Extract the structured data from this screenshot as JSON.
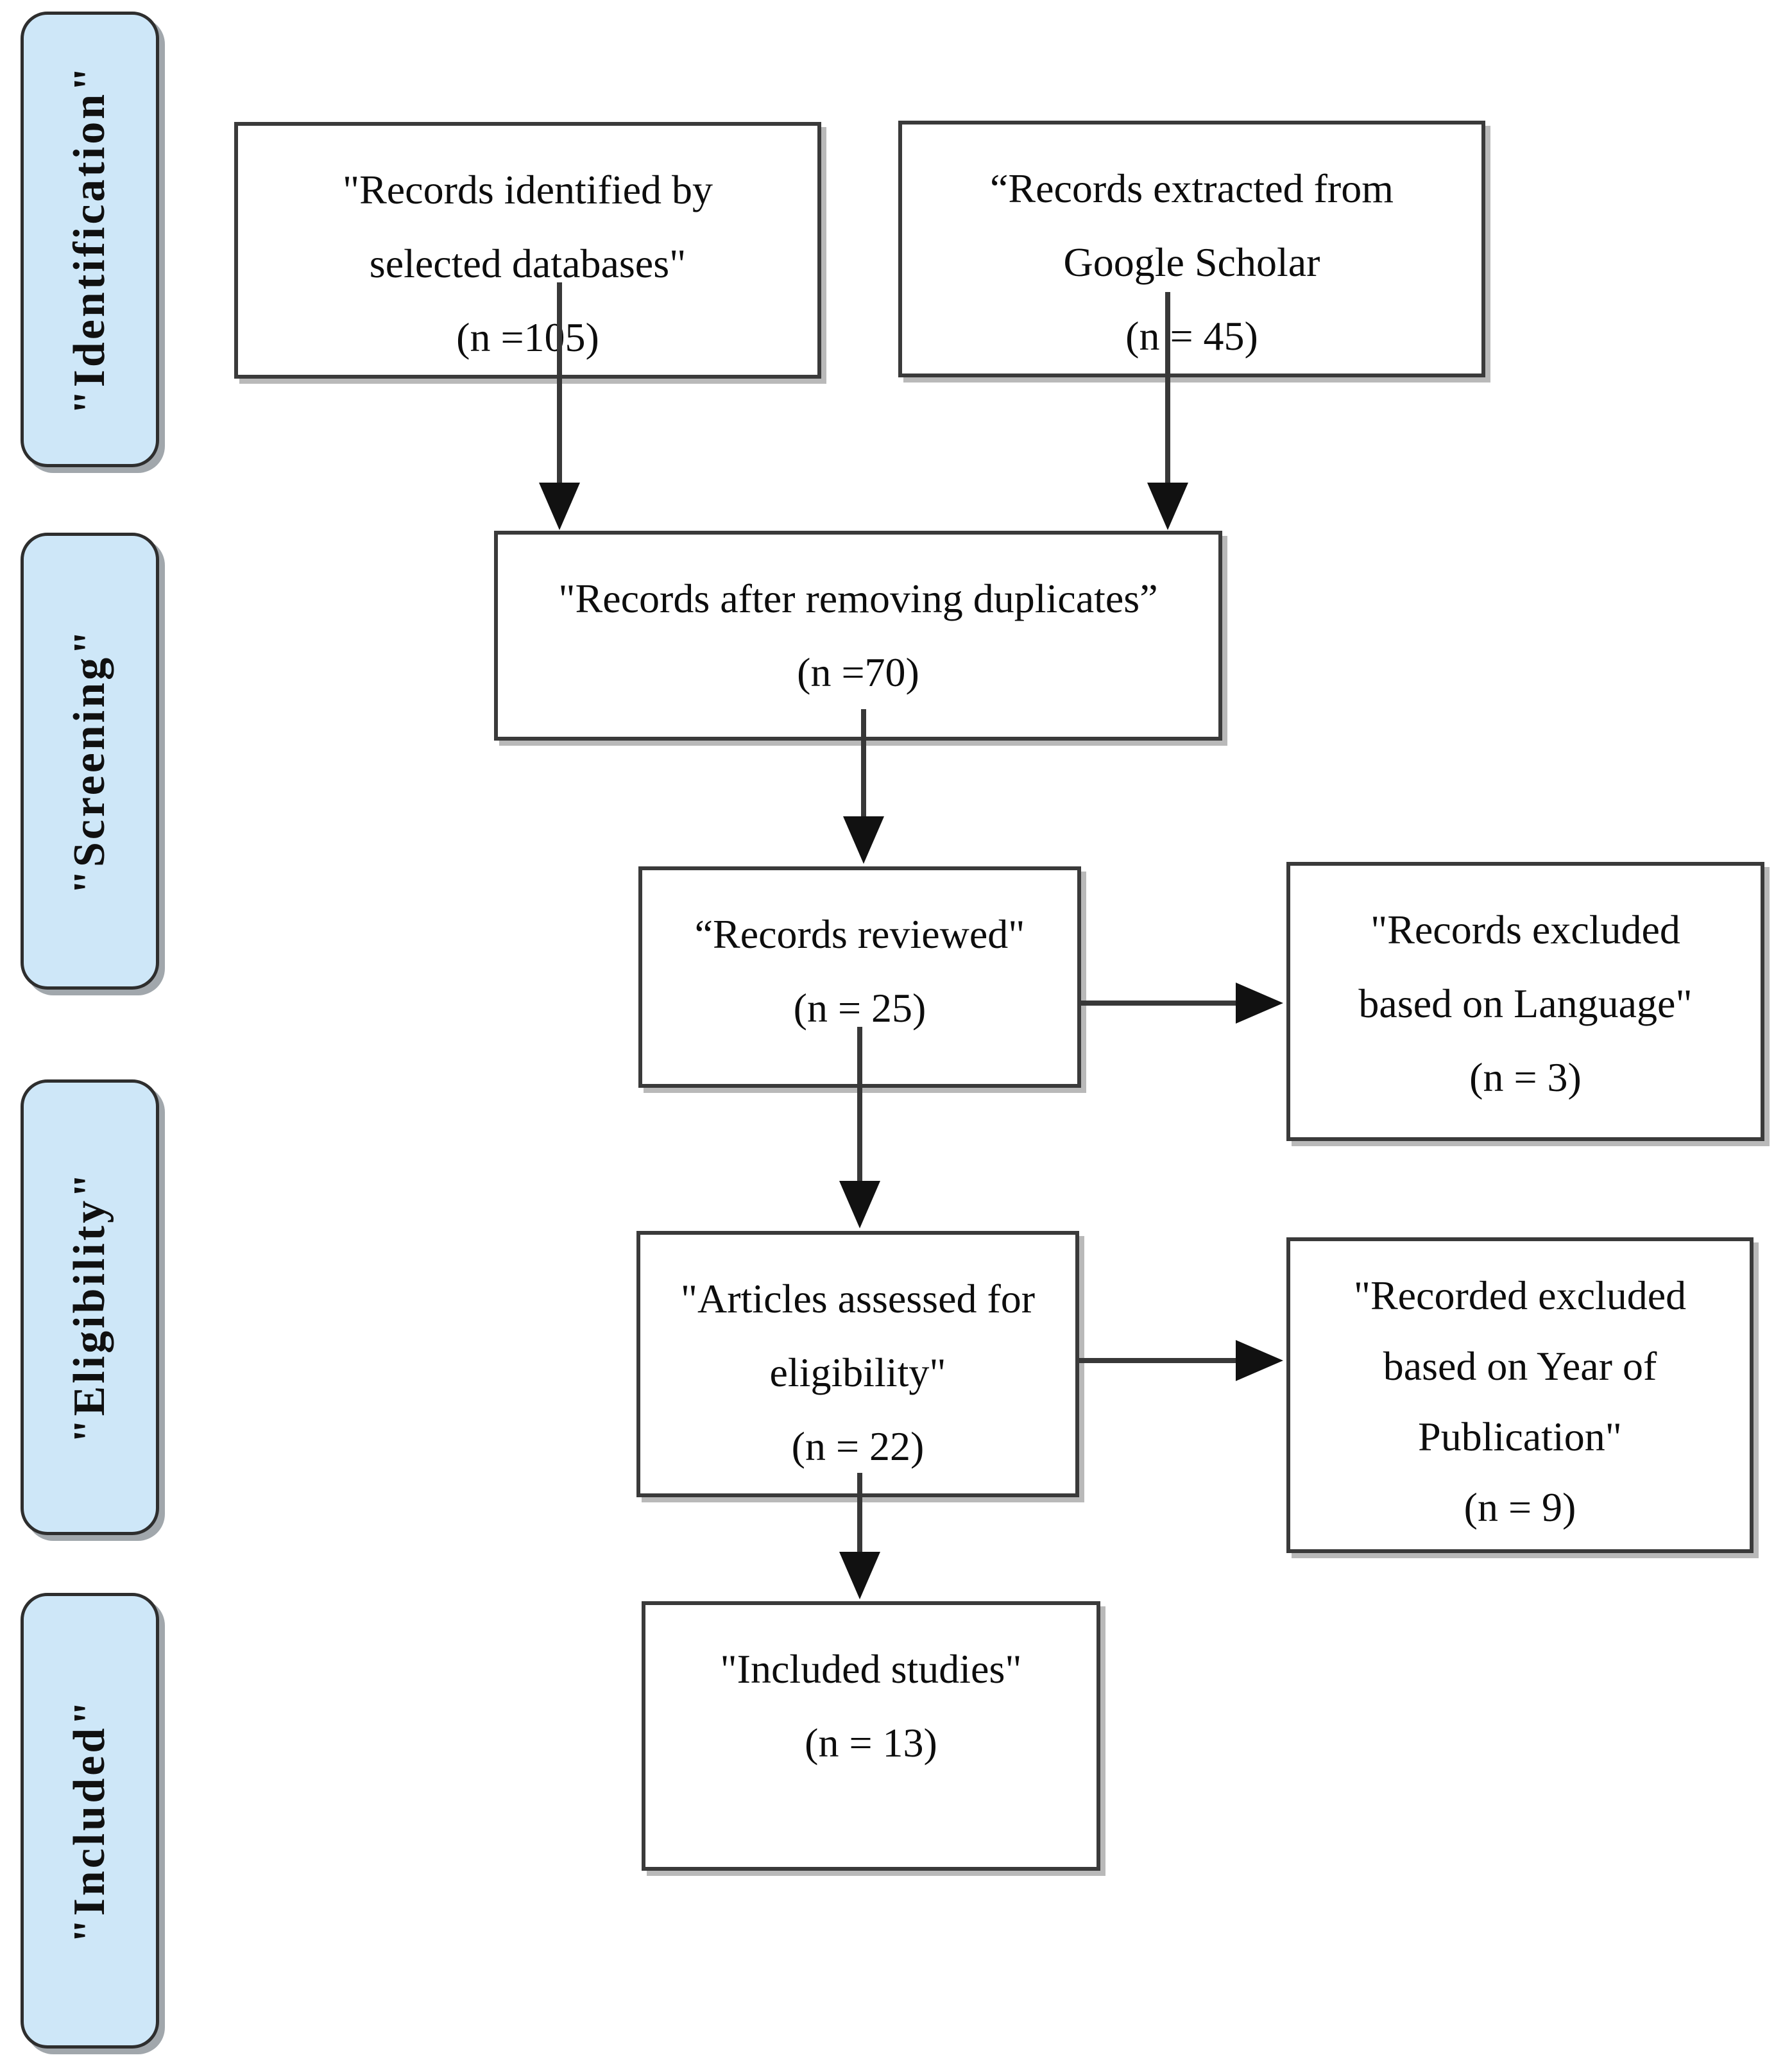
{
  "diagram": {
    "title": "PRISMA flow diagram",
    "colors": {
      "stage_fill": "#CEE7F8",
      "stage_border": "#2e2e2e",
      "box_border": "#3a3a3a",
      "arrow": "#383838",
      "shadow": "#8a8a8a"
    },
    "stages": [
      {
        "label": "\"Identification\""
      },
      {
        "label": "\"Screening\""
      },
      {
        "label": "\"Eligibility\""
      },
      {
        "label": "\"Included\""
      }
    ],
    "boxes": {
      "identified": {
        "text": "\"Records identified by\nselected databases\"\n(n =105)"
      },
      "extracted": {
        "text": "“Records extracted from\nGoogle Scholar\n(n = 45)"
      },
      "duplicates": {
        "text": "\"Records after removing duplicates”\n(n =70)"
      },
      "reviewed": {
        "text": "“Records reviewed\"\n(n = 25)"
      },
      "excluded_language": {
        "text": "\"Records excluded\nbased on Language\"\n(n = 3)"
      },
      "assessed": {
        "text": "\"Articles assessed for\neligibility\"\n(n = 22)"
      },
      "excluded_year": {
        "text": "\"Recorded excluded\nbased on Year of\nPublication\"\n(n = 9)"
      },
      "included": {
        "text": "\"Included studies\"\n(n = 13)"
      }
    }
  }
}
